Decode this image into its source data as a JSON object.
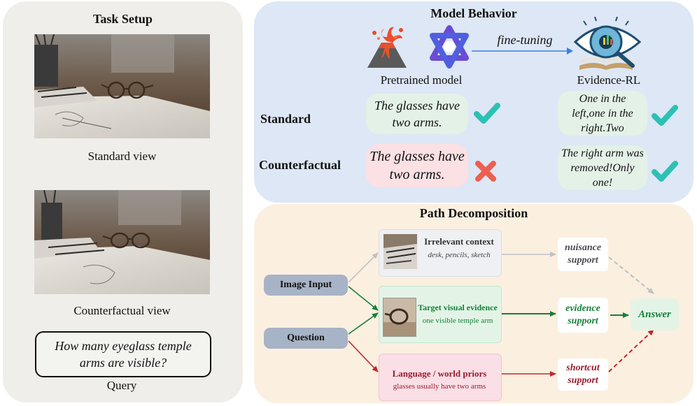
{
  "task_setup": {
    "title": "Task Setup",
    "standard_caption": "Standard view",
    "counterfactual_caption": "Counterfactual view",
    "query_text": "How many eyeglass temple arms are visible?",
    "query_label": "Query"
  },
  "model_behavior": {
    "title": "Model Behavior",
    "pretrained_label": "Pretrained model",
    "finetune_label": "fine-tuning",
    "evidence_label": "Evidence-RL",
    "rows": {
      "standard": "Standard",
      "counterfactual": "Counterfactual"
    },
    "answers": {
      "pretrained_standard": "The glasses have two arms.",
      "pretrained_counterfactual": "The glasses have two arms.",
      "evidence_standard": "One in the left,one in the right.Two",
      "evidence_counterfactual": "The right arm was removed!Only one!"
    }
  },
  "path_decomposition": {
    "title": "Path Decomposition",
    "inputs": {
      "image": "Image Input",
      "question": "Question"
    },
    "paths": {
      "irrelevant": {
        "title": "Irrelevant context",
        "sub": "desk, pencils, sketch"
      },
      "target": {
        "title": "Target visual evidence",
        "sub": "one visible temple arm"
      },
      "priors": {
        "title": "Language / world priors",
        "sub": "glasses usually have two arms"
      }
    },
    "supports": {
      "nuisance": "nuisance support",
      "evidence": "evidence support",
      "shortcut": "shortcut support"
    },
    "answer": "Answer"
  },
  "colors": {
    "green": "#16803a",
    "red": "#c2272d",
    "gray": "#bfc2c5",
    "check": "#2cc1b4",
    "cross": "#ee5f4e"
  }
}
